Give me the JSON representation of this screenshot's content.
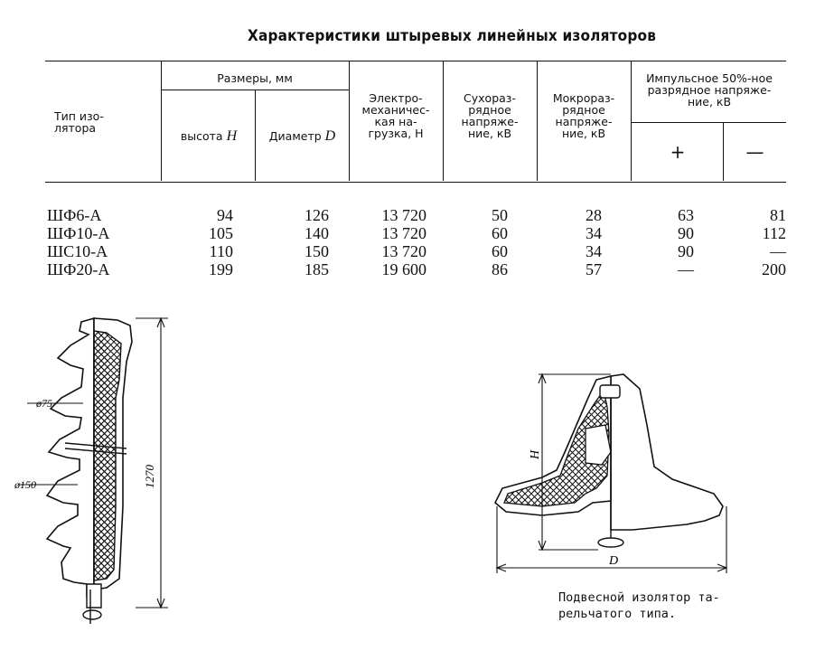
{
  "title": "Характеристики штыревых линейных изоляторов",
  "table": {
    "headers": {
      "type": "Тип изо-\nлятора",
      "size_group": "Размеры, мм",
      "height": "высота",
      "height_sym": "H",
      "diameter": "Диаметр",
      "diameter_sym": "D",
      "load": "Электро-\nмеханичес-\nкая на-\nгрузка, Н",
      "dry": "Сухораз-\nрядное\nнапряже-\nние, кВ",
      "wet": "Мокрораз-\nрядное\nнапряже-\nние, кВ",
      "impulse": "Импульсное 50%-ное\nразрядное напряже-\nние, кВ",
      "plus": "+",
      "minus": "—"
    },
    "rows": [
      {
        "type": "ШФ6-А",
        "height": "94",
        "diameter": "126",
        "load": "13 720",
        "dry": "50",
        "wet": "28",
        "plus": "63",
        "minus": "81"
      },
      {
        "type": "ШФ10-А",
        "height": "105",
        "diameter": "140",
        "load": "13 720",
        "dry": "60",
        "wet": "34",
        "plus": "90",
        "minus": "112"
      },
      {
        "type": "ШС10-А",
        "height": "110",
        "diameter": "150",
        "load": "13 720",
        "dry": "60",
        "wet": "34",
        "plus": "90",
        "minus": "—"
      },
      {
        "type": "ШФ20-А",
        "height": "199",
        "diameter": "185",
        "load": "19 600",
        "dry": "86",
        "wet": "57",
        "plus": "—",
        "minus": "200"
      }
    ]
  },
  "figure_pin": {
    "dim_top": "ø75",
    "dim_bottom": "ø150",
    "dim_height": "1270"
  },
  "figure_suspension": {
    "dim_height": "H",
    "dim_diameter": "D"
  },
  "caption": "Подвесной изолятор та-\nрельчатого типа."
}
